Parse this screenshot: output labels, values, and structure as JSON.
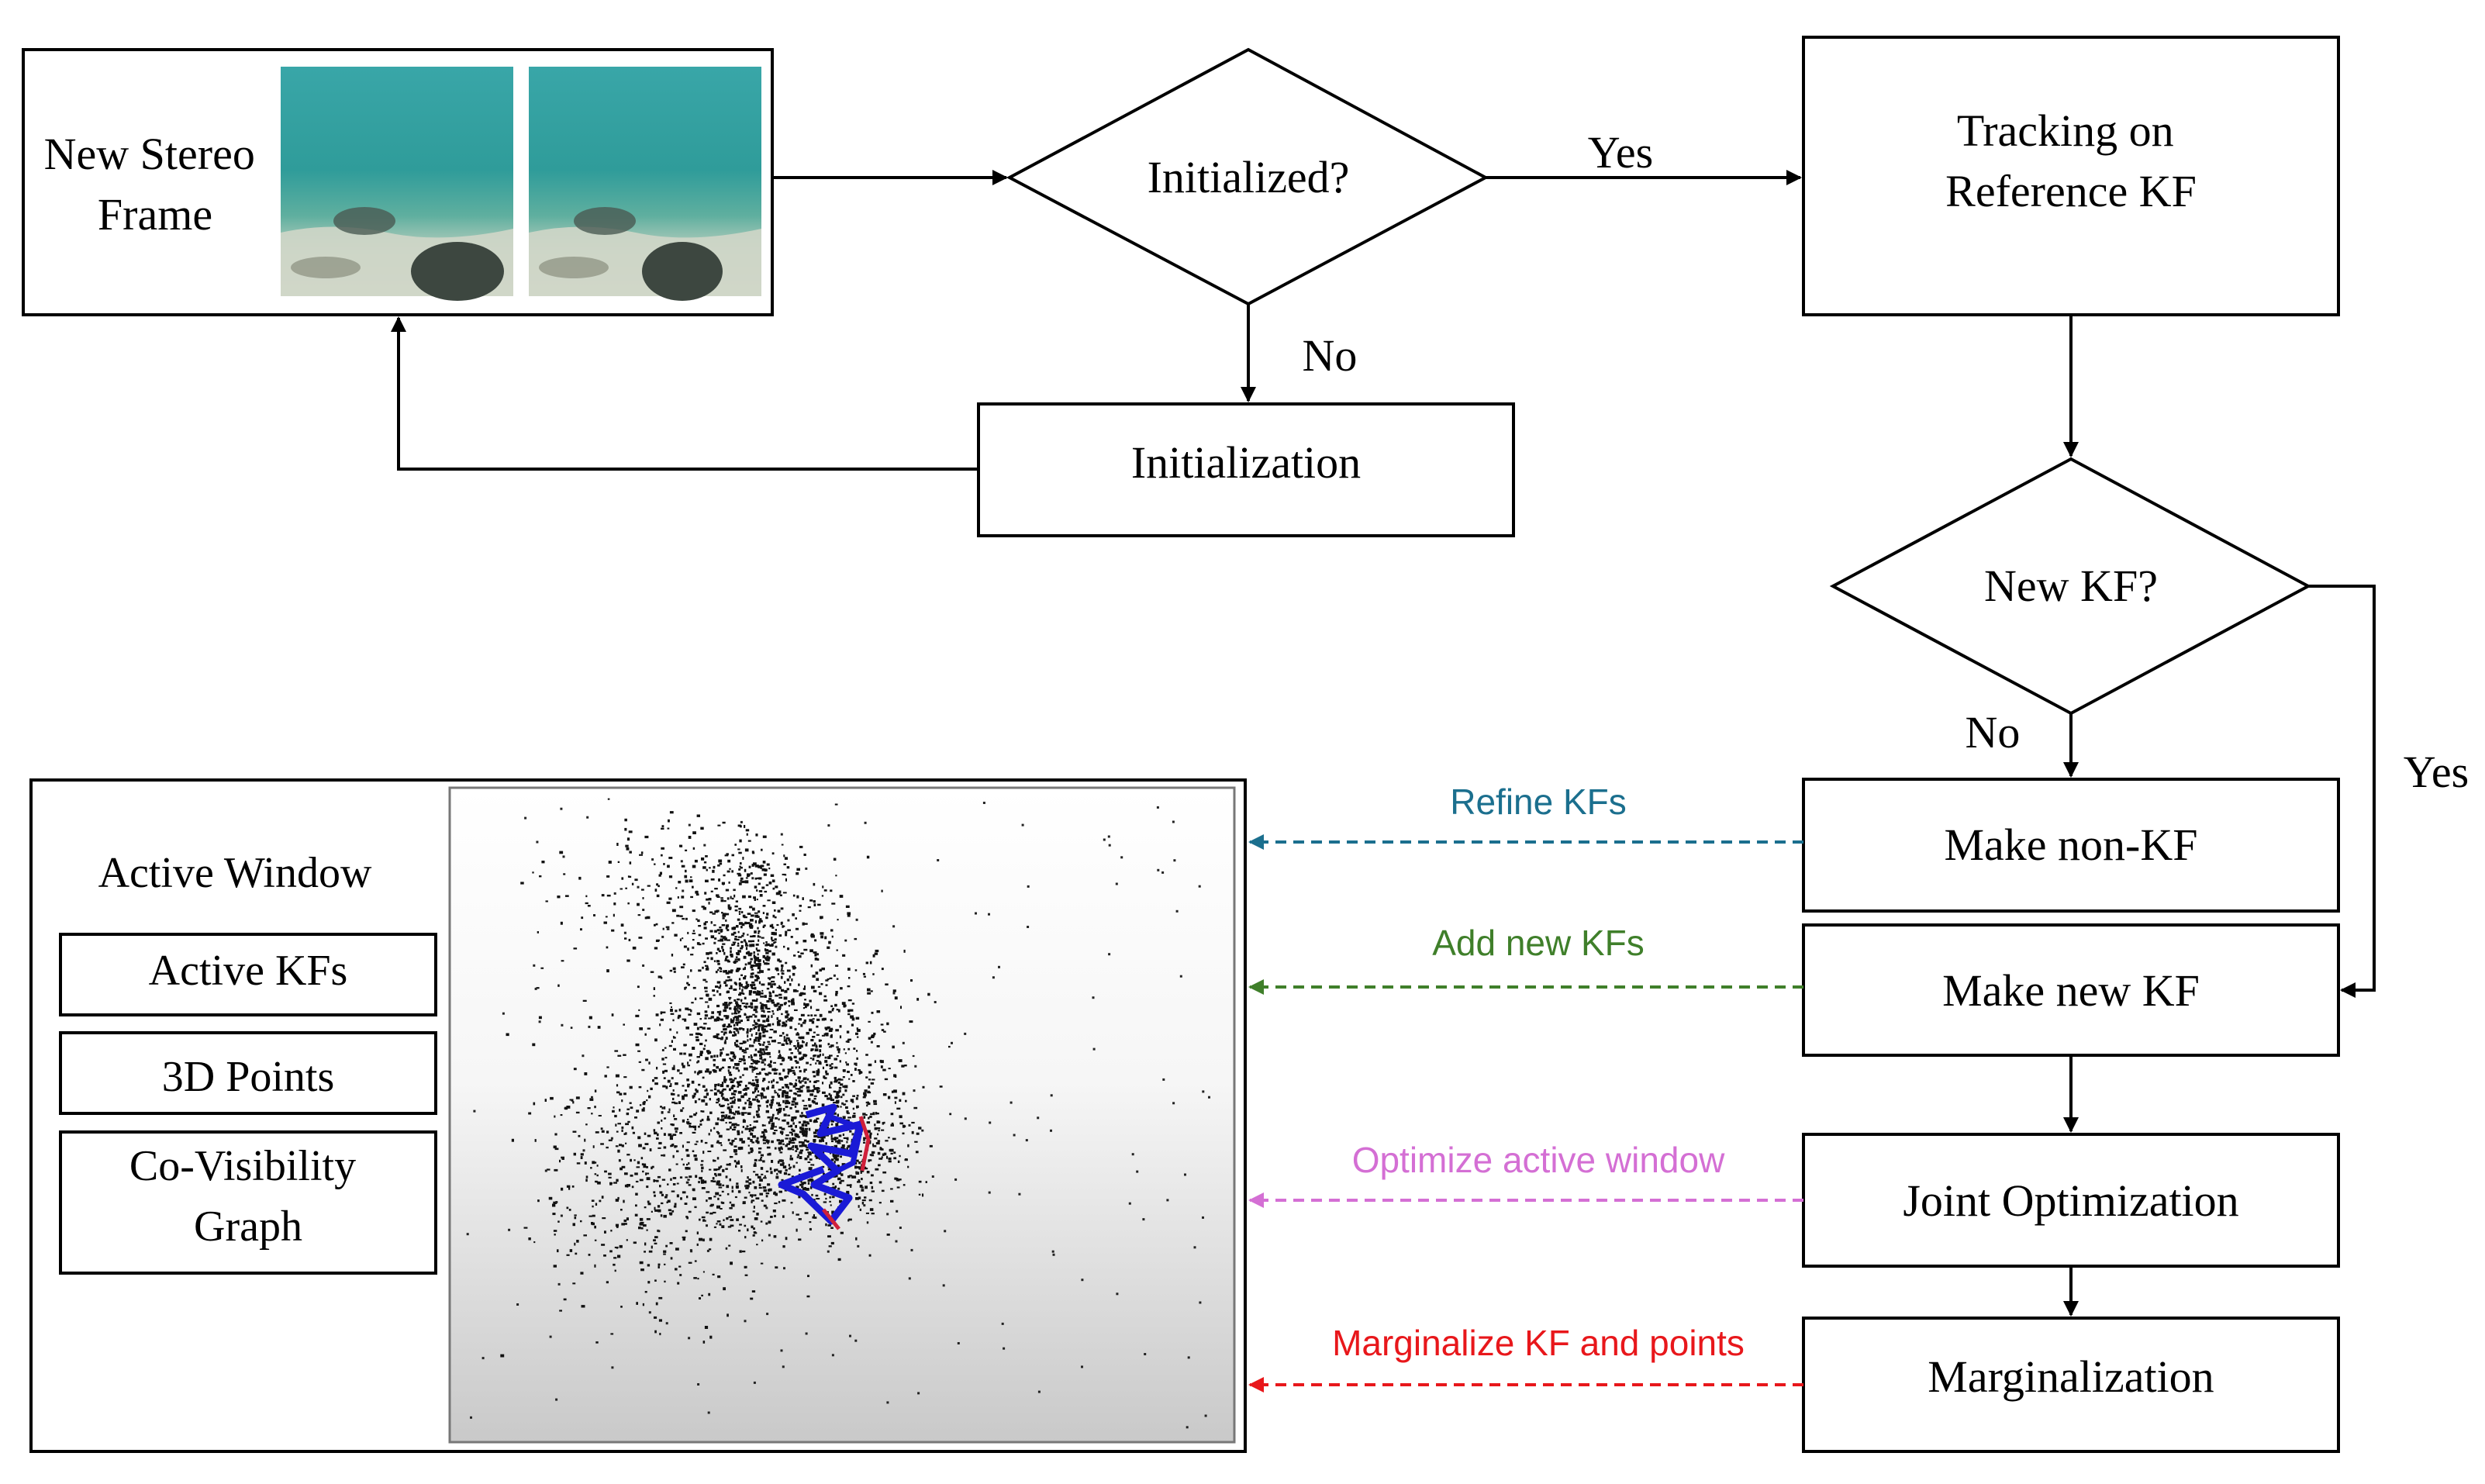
{
  "colors": {
    "refine": "#1b6f8e",
    "add": "#3f7f2a",
    "optimize": "#d46fd4",
    "marginalize": "#e8171b"
  },
  "nodes": {
    "new_stereo_frame": [
      "New Stereo",
      "Frame"
    ],
    "initialized": "Initialized?",
    "tracking": [
      "Tracking on",
      "Reference KF"
    ],
    "initialization": "Initialization",
    "new_kf": "New KF?",
    "make_non_kf": "Make non-KF",
    "make_new_kf": "Make new KF",
    "joint_optimization": "Joint Optimization",
    "marginalization": "Marginalization"
  },
  "edge_labels": {
    "yes_tracking": "Yes",
    "no_initialization": "No",
    "no_non_kf": "No",
    "yes_new_kf": "Yes"
  },
  "active_window": {
    "title": "Active Window",
    "items": [
      "Active KFs",
      "3D Points",
      [
        "Co-Visibility",
        "Graph"
      ]
    ]
  },
  "feedback": {
    "refine": "Refine KFs",
    "add": "Add new KFs",
    "optimize": "Optimize active window",
    "marginalize": "Marginalize KF and points"
  },
  "images": {
    "stereo_left": "underwater-reef-left-photo",
    "stereo_right": "underwater-reef-right-photo",
    "point_cloud": "point-cloud-with-keyframe-trajectory"
  }
}
